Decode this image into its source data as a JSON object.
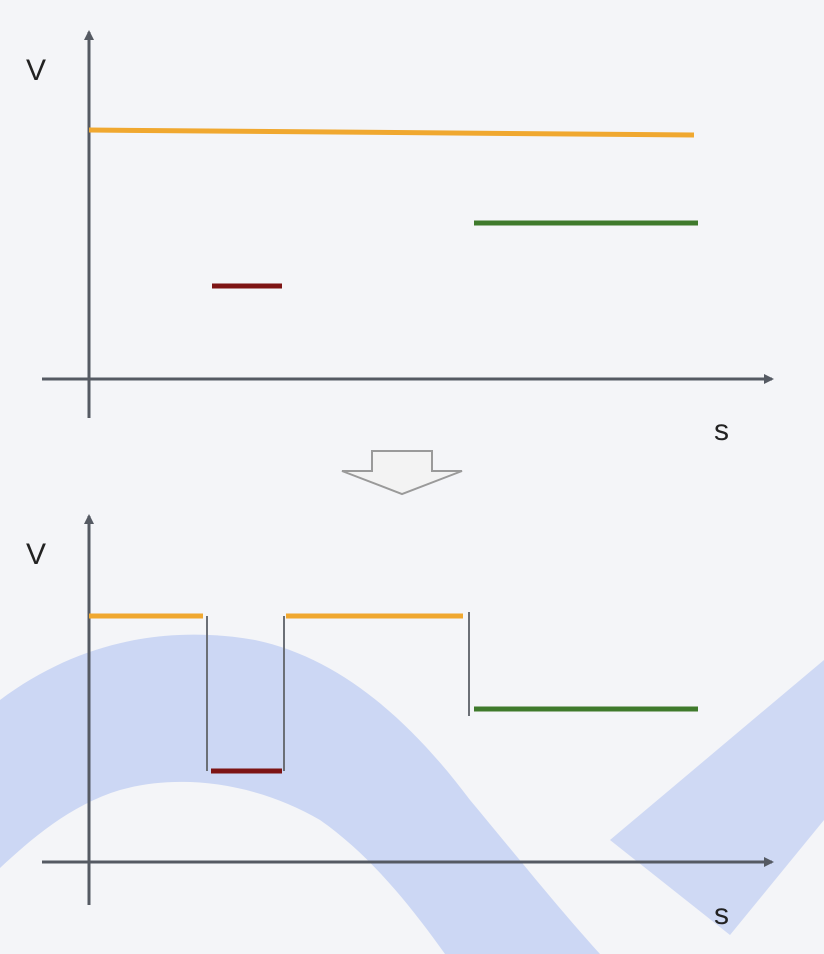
{
  "diagram": {
    "colors": {
      "orange": "#f0a830",
      "dark_red": "#7d1414",
      "green": "#3f7a2c",
      "axis": "#555a63",
      "connector": "#6b6f76",
      "background": "#f4f5f8",
      "decor_wave": "#c8d4f3",
      "arrow_fill": "#f3f3f3",
      "arrow_stroke": "#9a9a9a"
    },
    "top_graph": {
      "y_axis_label": "V",
      "x_axis_label": "s",
      "segments": [
        {
          "name": "orange",
          "s_start": 0,
          "s_end": 0.86,
          "v_start": 1.0,
          "v_end": 0.985
        },
        {
          "name": "green",
          "s_start": 0.55,
          "s_end": 0.87,
          "v": 0.63
        },
        {
          "name": "dark_red",
          "s_start": 0.18,
          "s_end": 0.28,
          "v": 0.38
        }
      ]
    },
    "transition_arrow": {
      "direction": "down"
    },
    "bottom_graph": {
      "y_axis_label": "V",
      "x_axis_label": "s",
      "profile": [
        {
          "name": "orange",
          "s_start": 0,
          "s_end": 0.17,
          "v": 1.0
        },
        {
          "name": "dark_red",
          "s_start": 0.18,
          "s_end": 0.28,
          "v": 0.32
        },
        {
          "name": "orange",
          "s_start": 0.28,
          "s_end": 0.53,
          "v": 1.0
        },
        {
          "name": "green",
          "s_start": 0.55,
          "s_end": 0.87,
          "v": 0.63
        }
      ]
    }
  }
}
